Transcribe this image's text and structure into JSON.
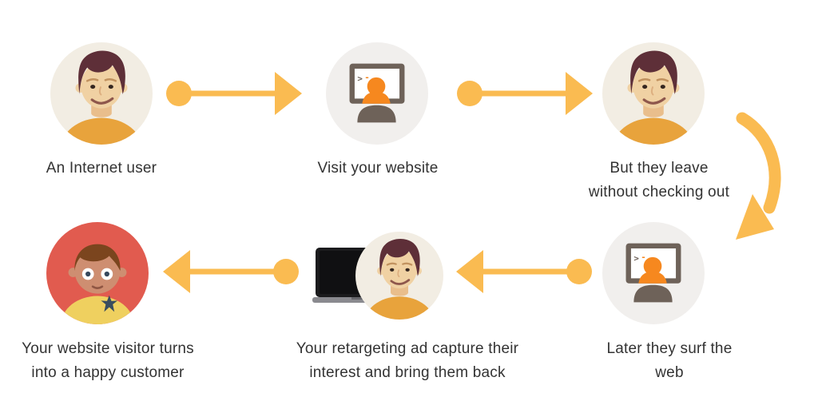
{
  "diagram": {
    "background": "#FFFFFF",
    "text_color": "#333333",
    "arrow_color": "#FABB51",
    "steps": [
      {
        "id": "an-internet-user",
        "icon": "man-avatar",
        "lines": [
          "An Internet user"
        ]
      },
      {
        "id": "visit-your-website",
        "icon": "monitor-user",
        "lines": [
          "Visit your website"
        ]
      },
      {
        "id": "but-they-leave",
        "icon": "man-avatar",
        "lines": [
          "But they leave",
          "without checking out"
        ]
      },
      {
        "id": "later-they-surf-the-web",
        "icon": "monitor-user",
        "lines": [
          "Later they surf the",
          "web"
        ]
      },
      {
        "id": "your-retargeting-ad",
        "icon": "laptop-man-avatar",
        "lines": [
          "Your retargeting ad capture their",
          "interest and bring them back"
        ]
      },
      {
        "id": "happy-customer",
        "icon": "happy-kid-avatar",
        "lines": [
          "Your website visitor turns",
          "into a happy customer"
        ]
      }
    ],
    "connections": [
      {
        "from": "an-internet-user",
        "to": "visit-your-website",
        "arrow": "right"
      },
      {
        "from": "visit-your-website",
        "to": "but-they-leave",
        "arrow": "right"
      },
      {
        "from": "but-they-leave",
        "to": "later-they-surf-the-web",
        "arrow": "curved-down"
      },
      {
        "from": "later-they-surf-the-web",
        "to": "your-retargeting-ad",
        "arrow": "left"
      },
      {
        "from": "your-retargeting-ad",
        "to": "happy-customer",
        "arrow": "left"
      }
    ],
    "icons": {
      "arrow_right": "→",
      "arrow_left": "←",
      "curved_arrow_down": "⤵",
      "monitor_prompt_gt": ">",
      "monitor_prompt_dash": "-"
    },
    "colors": {
      "avatar_circle_bg": "#F2EDE3",
      "monitor_circle_bg": "#F1EFED",
      "monitor_frame_gray": "#6E6259",
      "silhouette_orange": "#F6881F",
      "happy_circle_red": "#E15B4F",
      "man_shirt_orange": "#E8A33C",
      "kid_shirt_yellow": "#EFD05F",
      "laptop_black": "#1A1A1C"
    }
  }
}
